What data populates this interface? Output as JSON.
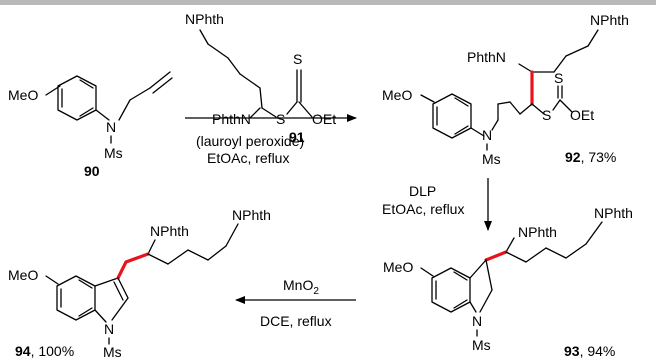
{
  "labels": {
    "nphth": "NPhth",
    "phthn": "PhthN",
    "phthn2": "PhthN",
    "meo": "MeO",
    "n": "N",
    "ms": "Ms",
    "s": "S",
    "oet": "OEt"
  },
  "compounds": {
    "c90": {
      "num": "90",
      "yield": ""
    },
    "c91": {
      "num": "91",
      "yield": ""
    },
    "c92": {
      "num": "92",
      "yield": ", 73%"
    },
    "c93": {
      "num": "93",
      "yield": ", 94%"
    },
    "c94": {
      "num": "94",
      "yield": ", 100%"
    }
  },
  "conditions": {
    "step1_line1": "(lauroyl peroxide)",
    "step1_line2": "EtOAc, reflux",
    "step2_line1": "DLP",
    "step2_line2": "EtOAc, reflux",
    "step3_reagent_main": "MnO",
    "step3_reagent_sub": "2",
    "step3_line2": "DCE, reflux"
  },
  "colors": {
    "new_bond": "#e8141b",
    "top_bar": "#b9b9b9"
  }
}
